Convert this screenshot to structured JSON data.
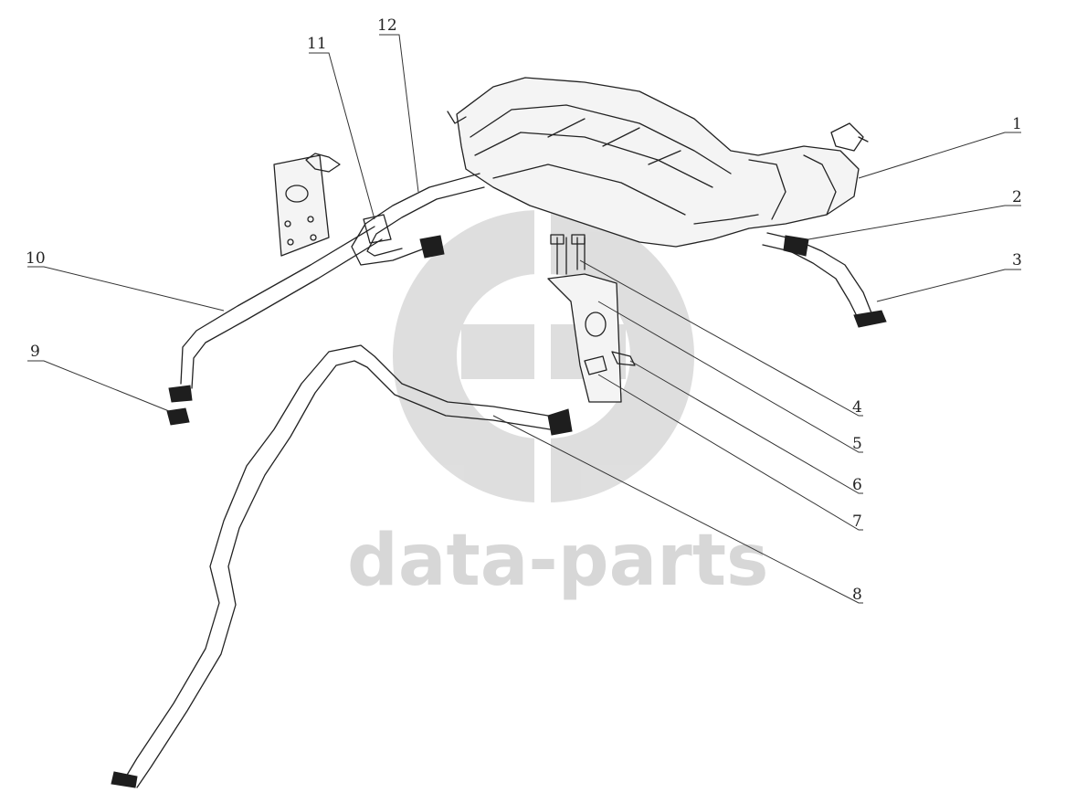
{
  "watermark": {
    "text": "data-parts"
  },
  "callouts": [
    "1",
    "2",
    "3",
    "4",
    "5",
    "6",
    "7",
    "8",
    "9",
    "10",
    "11",
    "12"
  ],
  "colors": {
    "line": "#222222",
    "watermark": "#d7d7d7",
    "background": "#ffffff"
  }
}
